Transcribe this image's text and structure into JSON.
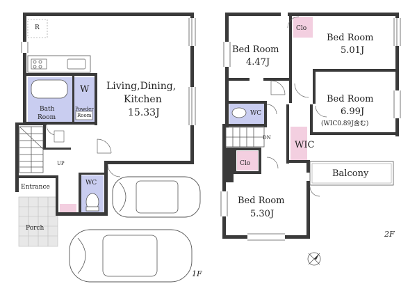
{
  "floor1": {
    "label": "1F",
    "rooms": {
      "ldk_name_1": "Living,Dining,",
      "ldk_name_2": "Kitchen",
      "ldk_area": "15.33J",
      "roof_mark": "R",
      "bath_1": "Bath",
      "bath_2": "Room",
      "w": "W",
      "powder_1": "Powder",
      "powder_2": "Room",
      "wc": "WC",
      "up": "UP",
      "entrance": "Entrance",
      "porch": "Porch"
    }
  },
  "floor2": {
    "label": "2F",
    "rooms": {
      "bed1_name": "Bed Room",
      "bed1_area": "4.47J",
      "clo1": "Clo",
      "bed2_name": "Bed Room",
      "bed2_area": "5.01J",
      "bed3_name": "Bed Room",
      "bed3_area": "6.99J",
      "bed3_note": "(WIC0.89J含む)",
      "wc": "WC",
      "dn": "DN",
      "wic": "WIC",
      "clo2": "Clo",
      "balcony": "Balcony",
      "bed4_name": "Bed Room",
      "bed4_area": "5.30J"
    }
  },
  "colors": {
    "wall": "#3a3a3a",
    "bath_fill": "#c9cdf0",
    "closet_fill": "#f3cfe0",
    "porch_tile": "#e6e6e6"
  }
}
